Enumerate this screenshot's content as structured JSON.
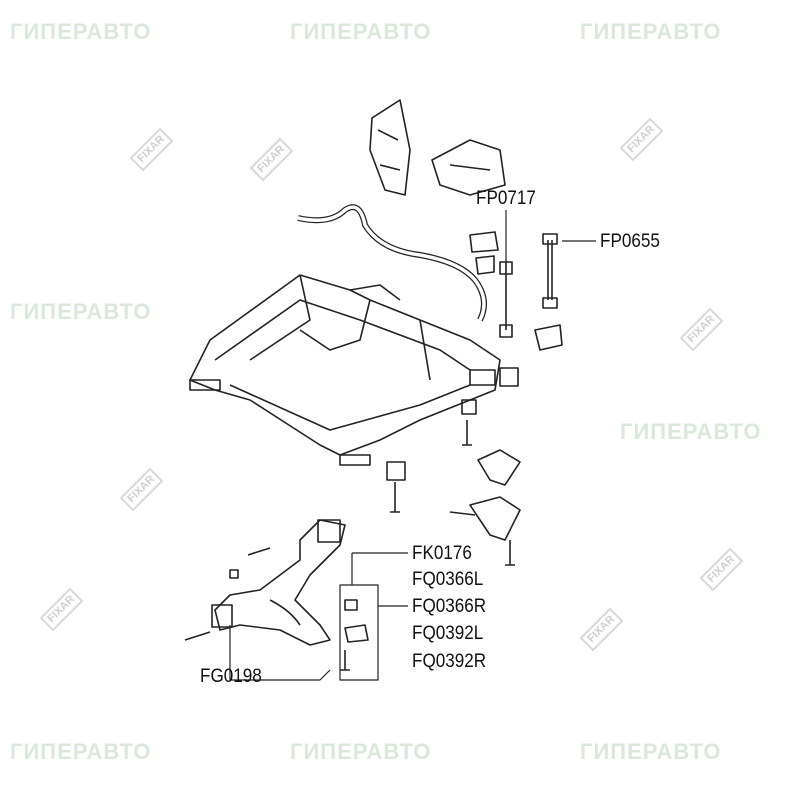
{
  "watermark": {
    "brand": "ГИПЕРАВТО",
    "stamp": "FIXAR"
  },
  "labels": {
    "fp0717": "FP0717",
    "fp0655": "FP0655",
    "fk0176": "FK0176",
    "fq0366l": "FQ0366L",
    "fq0366r": "FQ0366R",
    "fq0392l": "FQ0392L",
    "fq0392r": "FQ0392R",
    "fg0198": "FG0198"
  }
}
